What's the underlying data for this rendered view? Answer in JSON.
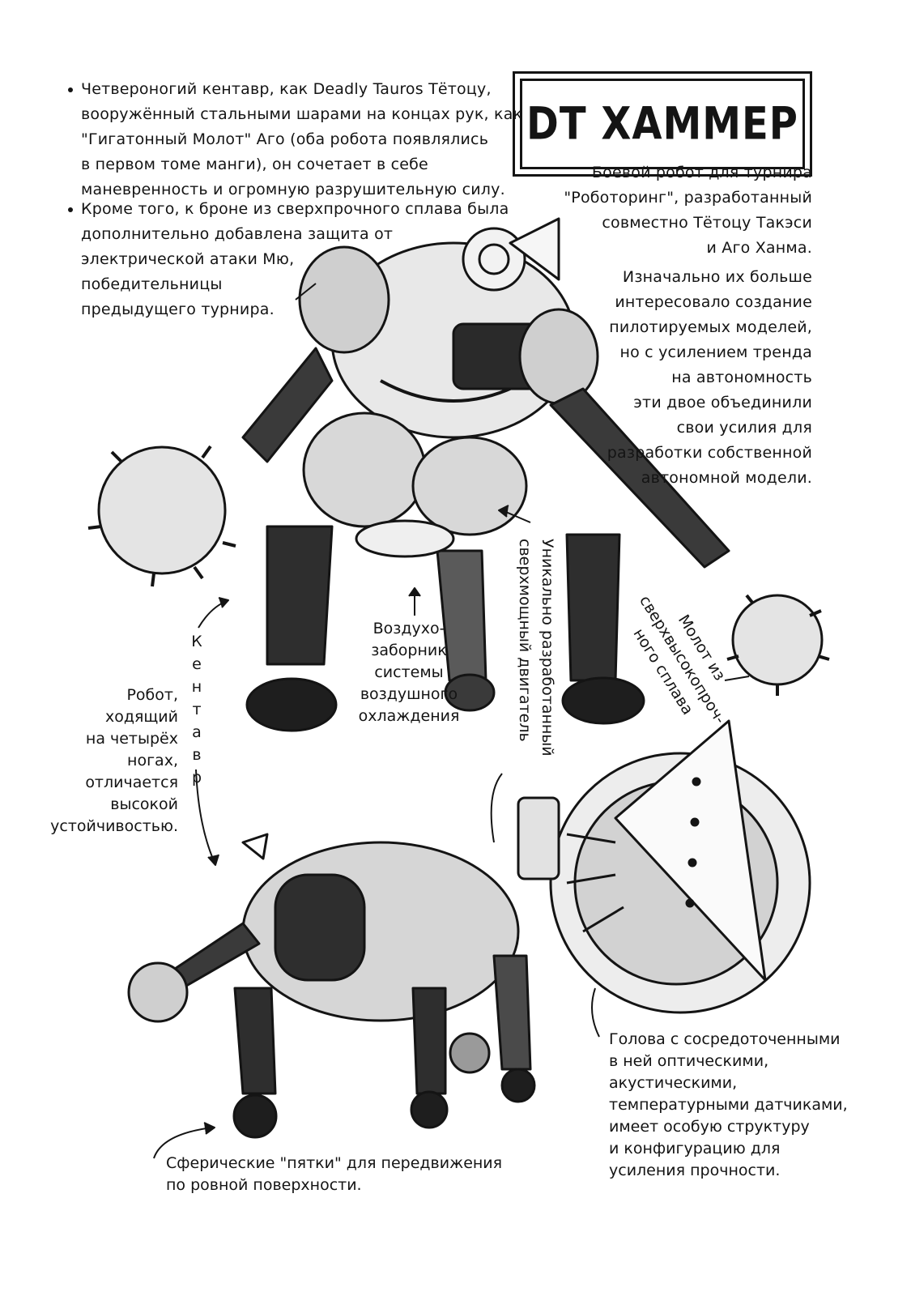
{
  "title": "DT ХАММЕР",
  "left_bullets": [
    [
      "Четвероногий кентавр, как Deadly Tauros Тётоцу,",
      "вооружённый стальными шарами на концах рук, как",
      "\"Гигатонный Молот\" Аго (оба робота появлялись",
      "в первом томе манги), он сочетает в себе",
      "маневренность и огромную разрушительную силу."
    ],
    [
      "Кроме того, к броне из сверхпрочного сплава была",
      "дополнительно добавлена защита от",
      "электрической атаки Мю,",
      "победительницы",
      "предыдущего турнира."
    ]
  ],
  "intro": [
    "Боевой робот для турнира",
    "\"Роботоринг\", разработанный",
    "совместно Тётоцу Такэси",
    "и Аго Ханма."
  ],
  "intro2": [
    "Изначально их больше",
    "интересовало создание",
    "пилотируемых моделей,",
    "но с усилением тренда",
    "на автономность",
    "эти двое объединили",
    "свои усилия для",
    "разработки собственной",
    "автономной модели."
  ],
  "label_engine": [
    "Уникально разработанный",
    "сверхмощный двигатель"
  ],
  "label_hammer": [
    "Молот из",
    "сверхвысокопроч-",
    "ного сплава"
  ],
  "label_intake": [
    "Воздухо-",
    "заборник",
    "системы",
    "воздушного",
    "охлаждения"
  ],
  "label_centaur_letters": [
    "К",
    "е",
    "н",
    "т",
    "а",
    "в",
    "р"
  ],
  "label_robot": [
    "Робот,",
    "ходящий",
    "на четырёх",
    "ногах,",
    "отличается",
    "высокой",
    "устойчивостью."
  ],
  "label_head": [
    "Голова с сосредоточенными",
    "в ней оптическими,",
    "акустическими,",
    "температурными датчиками,",
    "имеет особую структуру",
    "и конфигурацию для",
    "усиления прочности."
  ],
  "label_heels": [
    "Сферические \"пятки\" для передвижения",
    "по ровной поверхности."
  ],
  "ink_color": "#141414"
}
